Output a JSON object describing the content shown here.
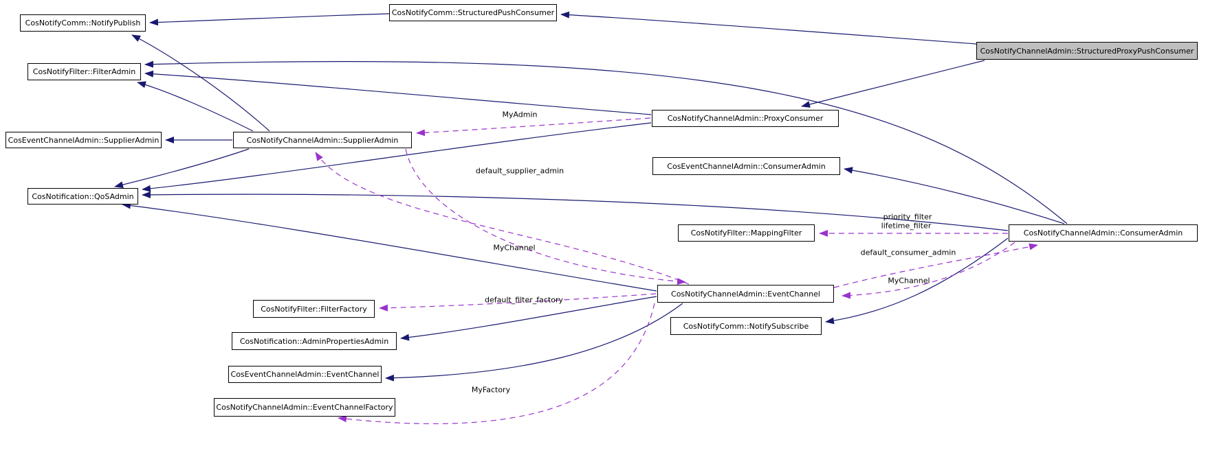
{
  "diagram_type": "class-collaboration-graph",
  "colors": {
    "inheritance_edge": "#191970",
    "usage_edge": "#9a32cd",
    "node_fill": "#ffffff",
    "node_border": "#000000",
    "highlight_node_fill": "#bfbfbf",
    "background": "#ffffff"
  },
  "nodes": {
    "notify_publish": {
      "label": "CosNotifyComm::NotifyPublish"
    },
    "structured_push_consumer": {
      "label": "CosNotifyComm::StructuredPushConsumer"
    },
    "structured_proxy_push_consumer": {
      "label": "CosNotifyChannelAdmin::StructuredProxyPushConsumer",
      "highlighted": true
    },
    "filter_admin": {
      "label": "CosNotifyFilter::FilterAdmin"
    },
    "cosevent_supplier_admin": {
      "label": "CosEventChannelAdmin::SupplierAdmin"
    },
    "notify_supplier_admin": {
      "label": "CosNotifyChannelAdmin::SupplierAdmin"
    },
    "proxy_consumer": {
      "label": "CosNotifyChannelAdmin::ProxyConsumer"
    },
    "cosevent_consumer_admin": {
      "label": "CosEventChannelAdmin::ConsumerAdmin"
    },
    "qos_admin": {
      "label": "CosNotification::QoSAdmin"
    },
    "mapping_filter": {
      "label": "CosNotifyFilter::MappingFilter"
    },
    "notify_consumer_admin": {
      "label": "CosNotifyChannelAdmin::ConsumerAdmin"
    },
    "event_channel": {
      "label": "CosNotifyChannelAdmin::EventChannel"
    },
    "notify_subscribe": {
      "label": "CosNotifyComm::NotifySubscribe"
    },
    "filter_factory": {
      "label": "CosNotifyFilter::FilterFactory"
    },
    "admin_properties_admin": {
      "label": "CosNotification::AdminPropertiesAdmin"
    },
    "cosevent_event_channel": {
      "label": "CosEventChannelAdmin::EventChannel"
    },
    "event_channel_factory": {
      "label": "CosNotifyChannelAdmin::EventChannelFactory"
    }
  },
  "edge_labels": {
    "my_admin": "MyAdmin",
    "default_supplier_admin": "default_supplier_admin",
    "my_channel_supplier": "MyChannel",
    "default_filter_factory": "default_filter_factory",
    "my_factory": "MyFactory",
    "priority_filter": "priority_filter",
    "lifetime_filter": "lifetime_filter",
    "default_consumer_admin": "default_consumer_admin",
    "my_channel_consumer": "MyChannel"
  },
  "edges": [
    {
      "from": "structured_push_consumer",
      "to": "notify_publish",
      "style": "inheritance"
    },
    {
      "from": "structured_proxy_push_consumer",
      "to": "structured_push_consumer",
      "style": "inheritance"
    },
    {
      "from": "structured_proxy_push_consumer",
      "to": "proxy_consumer",
      "style": "inheritance"
    },
    {
      "from": "notify_supplier_admin",
      "to": "notify_publish",
      "style": "inheritance"
    },
    {
      "from": "notify_supplier_admin",
      "to": "cosevent_supplier_admin",
      "style": "inheritance"
    },
    {
      "from": "notify_supplier_admin",
      "to": "filter_admin",
      "style": "inheritance"
    },
    {
      "from": "notify_supplier_admin",
      "to": "qos_admin",
      "style": "inheritance"
    },
    {
      "from": "proxy_consumer",
      "to": "filter_admin",
      "style": "inheritance"
    },
    {
      "from": "proxy_consumer",
      "to": "qos_admin",
      "style": "inheritance"
    },
    {
      "from": "notify_consumer_admin",
      "to": "filter_admin",
      "style": "inheritance"
    },
    {
      "from": "notify_consumer_admin",
      "to": "qos_admin",
      "style": "inheritance"
    },
    {
      "from": "notify_consumer_admin",
      "to": "cosevent_consumer_admin",
      "style": "inheritance"
    },
    {
      "from": "notify_consumer_admin",
      "to": "notify_subscribe",
      "style": "inheritance"
    },
    {
      "from": "event_channel",
      "to": "qos_admin",
      "style": "inheritance"
    },
    {
      "from": "event_channel",
      "to": "admin_properties_admin",
      "style": "inheritance"
    },
    {
      "from": "event_channel",
      "to": "cosevent_event_channel",
      "style": "inheritance"
    },
    {
      "from": "proxy_consumer",
      "to": "notify_supplier_admin",
      "style": "usage",
      "label": "MyAdmin"
    },
    {
      "from": "event_channel",
      "to": "notify_supplier_admin",
      "style": "usage",
      "label": "default_supplier_admin"
    },
    {
      "from": "notify_supplier_admin",
      "to": "event_channel",
      "style": "usage",
      "label": "MyChannel"
    },
    {
      "from": "event_channel",
      "to": "filter_factory",
      "style": "usage",
      "label": "default_filter_factory"
    },
    {
      "from": "event_channel",
      "to": "event_channel_factory",
      "style": "usage",
      "label": "MyFactory"
    },
    {
      "from": "notify_consumer_admin",
      "to": "mapping_filter",
      "style": "usage",
      "label": "priority_filter lifetime_filter"
    },
    {
      "from": "event_channel",
      "to": "notify_consumer_admin",
      "style": "usage",
      "label": "default_consumer_admin"
    },
    {
      "from": "notify_consumer_admin",
      "to": "event_channel",
      "style": "usage",
      "label": "MyChannel"
    }
  ]
}
